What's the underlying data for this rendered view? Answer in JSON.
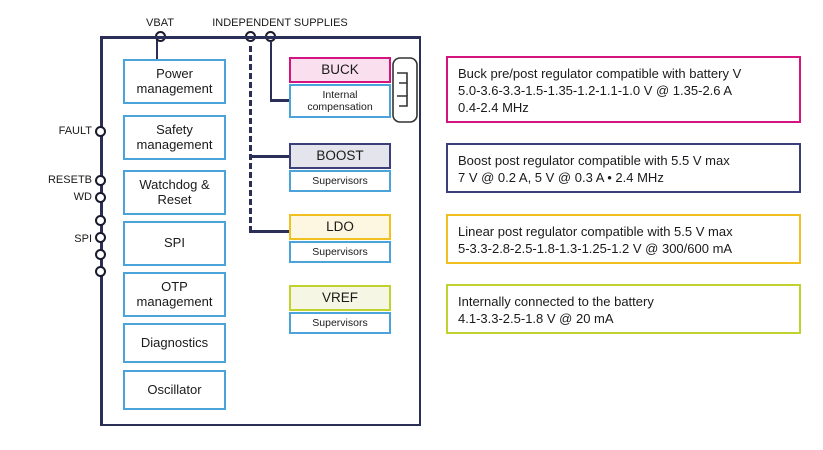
{
  "diagram": {
    "top_labels": [
      {
        "id": "vbat",
        "text": "VBAT"
      },
      {
        "id": "independent-supplies",
        "text": "INDEPENDENT SUPPLIES"
      }
    ],
    "left_pins": [
      {
        "id": "fault",
        "label": "FAULT",
        "count": 1
      },
      {
        "id": "resetb",
        "label": "RESETB",
        "count": 1
      },
      {
        "id": "wd",
        "label": "WD",
        "count": 1
      },
      {
        "id": "spi",
        "label": "SPI",
        "count": 4
      }
    ],
    "core_blocks": [
      {
        "id": "power-management",
        "label": "Power management"
      },
      {
        "id": "safety-management",
        "label": "Safety management"
      },
      {
        "id": "watchdog-reset",
        "label": "Watchdog & Reset"
      },
      {
        "id": "spi",
        "label": "SPI"
      },
      {
        "id": "otp-management",
        "label": "OTP management"
      },
      {
        "id": "diagnostics",
        "label": "Diagnostics"
      },
      {
        "id": "oscillator",
        "label": "Oscillator"
      }
    ],
    "regulators": [
      {
        "id": "buck",
        "title": "BUCK",
        "sub": "Internal compensation",
        "color": "#d4157f",
        "fill": "#fae0ef"
      },
      {
        "id": "boost",
        "title": "BOOST",
        "sub": "Supervisors",
        "color": "#3a3f7a",
        "fill": "#e3e4ec"
      },
      {
        "id": "ldo",
        "title": "LDO",
        "sub": "Supervisors",
        "color": "#f0c020",
        "fill": "#fdf6e0"
      },
      {
        "id": "vref",
        "title": "VREF",
        "sub": "Supervisors",
        "color": "#bfd22e",
        "fill": "#f5f7e4"
      }
    ],
    "callouts": [
      {
        "id": "buck",
        "color": "#d4157f",
        "lines": [
          "Buck pre/post regulator compatible with battery V",
          "5.0-3.6-3.3-1.5-1.35-1.2-1.1-1.0 V @ 1.35-2.6 A",
          "0.4-2.4 MHz"
        ]
      },
      {
        "id": "boost",
        "color": "#3a3f7a",
        "lines": [
          "Boost post regulator compatible with 5.5 V max",
          "7 V @ 0.2 A, 5 V @ 0.3 A • 2.4 MHz"
        ]
      },
      {
        "id": "ldo",
        "color": "#f0c020",
        "lines": [
          "Linear post regulator compatible with 5.5 V max",
          "5-3.3-2.8-2.5-1.8-1.3-1.25-1.2 V @ 300/600 mA"
        ]
      },
      {
        "id": "vref",
        "color": "#bfd22e",
        "lines": [
          "Internally connected to the battery",
          "4.1-3.3-2.5-1.8 V @ 20 mA"
        ]
      }
    ],
    "symbols": [
      {
        "id": "inductor",
        "name": "inductor-coil-symbol"
      }
    ],
    "colors": {
      "chip_outline": "#2b2f58",
      "block_blue": "#4ba3dc",
      "wire": "#2b2f58",
      "buck": "#d4157f",
      "boost": "#3a3f7a",
      "ldo": "#f0c020",
      "vref": "#bfd22e"
    }
  }
}
